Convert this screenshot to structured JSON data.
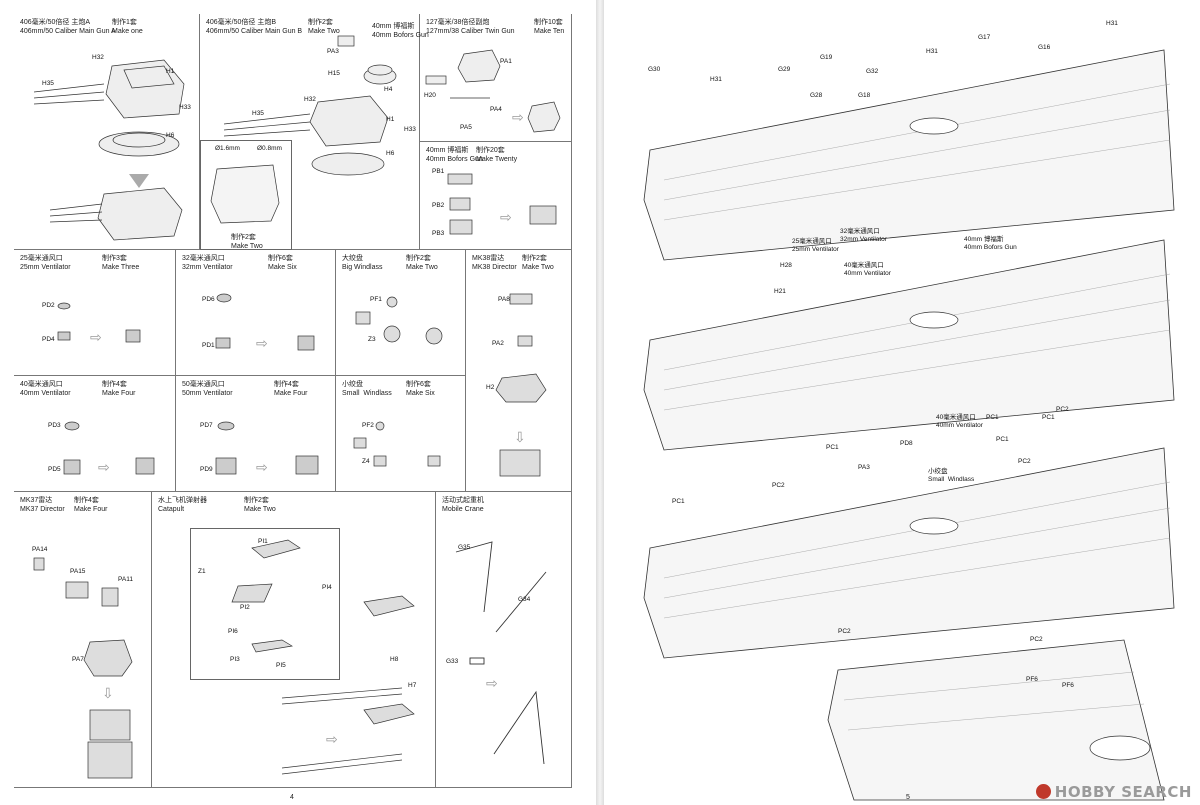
{
  "left_page": {
    "page_number": "4",
    "main_gun_a": {
      "title": "406毫米/50倍径 主炮A\n406mm/50 Caliber Main Gun A",
      "make": "制作1套\nMake one",
      "labels": [
        "H32",
        "H1",
        "H35",
        "H33",
        "H6"
      ]
    },
    "main_gun_b": {
      "title": "406毫米/50倍径 主炮B\n406mm/50 Caliber Main Gun B",
      "make": "制作2套\nMake Two",
      "labels": [
        "PA3",
        "H15",
        "H4",
        "H32",
        "H35",
        "H1",
        "H33",
        "H6"
      ],
      "inset_labels": [
        "Ø1.6mm",
        "Ø0.8mm"
      ],
      "inset_make": "制作2套\nMake Two"
    },
    "bofors_top": {
      "title": "40mm 博福斯\n40mm Bofors Gun"
    },
    "twin_gun": {
      "title": "127毫米/38倍径副炮\n127mm/38 Caliber Twin Gun",
      "make": "制作10套\nMake Ten",
      "labels": [
        "PA1",
        "H20",
        "PA4",
        "PA5"
      ]
    },
    "bofors_twenty": {
      "title": "40mm 博福斯\n40mm Bofors Gun",
      "make": "制作20套\nMake Twenty",
      "labels": [
        "PB1",
        "PB2",
        "PB3"
      ]
    },
    "vent25": {
      "title": "25毫米通风口\n25mm Ventilator",
      "make": "制作3套\nMake Three",
      "labels": [
        "PD2",
        "PD4"
      ]
    },
    "vent32": {
      "title": "32毫米通风口\n32mm Ventilator",
      "make": "制作6套\nMake Six",
      "labels": [
        "PD6",
        "PD1"
      ]
    },
    "big_windlass": {
      "title": "大绞盘\nBig Windlass",
      "make": "制作2套\nMake Two",
      "labels": [
        "PF1",
        "Z3"
      ]
    },
    "mk38": {
      "title": "MK38雷达\nMK38 Director",
      "make": "制作2套\nMake Two",
      "labels": [
        "PA8",
        "PA2",
        "H2"
      ]
    },
    "vent40": {
      "title": "40毫米通风口\n40mm Ventilator",
      "make": "制作4套\nMake Four",
      "labels": [
        "PD3",
        "PD5"
      ]
    },
    "vent50": {
      "title": "50毫米通风口\n50mm Ventilator",
      "make": "制作4套\nMake Four",
      "labels": [
        "PD7",
        "PD9"
      ]
    },
    "small_windlass": {
      "title": "小绞盘\nSmall  Windlass",
      "make": "制作6套\nMake Six",
      "labels": [
        "PF2",
        "Z4"
      ]
    },
    "mk37": {
      "title": "MK37雷达\nMK37 Director",
      "make": "制作4套\nMake Four",
      "labels": [
        "PA14",
        "PA15",
        "PA11",
        "PA7"
      ]
    },
    "catapult": {
      "title": "水上飞机弹射器\nCatapult",
      "make": "制作2套\nMake Two",
      "labels": [
        "PI1",
        "Z1",
        "PI4",
        "PI2",
        "PI6",
        "PI3",
        "PI5",
        "H8",
        "H7"
      ]
    },
    "crane": {
      "title": "活动式起重机\nMobile Crane",
      "labels": [
        "G35",
        "G34",
        "G33"
      ]
    }
  },
  "right_page": {
    "page_number": "5",
    "step1_labels": [
      "G30",
      "H31",
      "G29",
      "G19",
      "G28",
      "G18",
      "G32",
      "H31",
      "G17",
      "G16",
      "H31"
    ],
    "step2_labels": [
      "25毫米通风口\n25mm Ventilator",
      "32毫米通风口\n32mm Ventilator",
      "40毫米通风口\n40mm Ventilator",
      "40mm 博福斯\n40mm Bofors Gun",
      "H28",
      "H21"
    ],
    "step3_labels": [
      "PC1",
      "PC2",
      "PC1",
      "PA3",
      "PD8",
      "小绞盘\nSmall  Windlass",
      "40毫米通风口\n40mm Ventilator",
      "PC1",
      "PC1",
      "PC2",
      "PC2",
      "PC1"
    ],
    "step4_labels": [
      "PC2",
      "PC2",
      "PF6",
      "PF6"
    ]
  },
  "watermark": {
    "text": "HOBBY SEARCH"
  }
}
